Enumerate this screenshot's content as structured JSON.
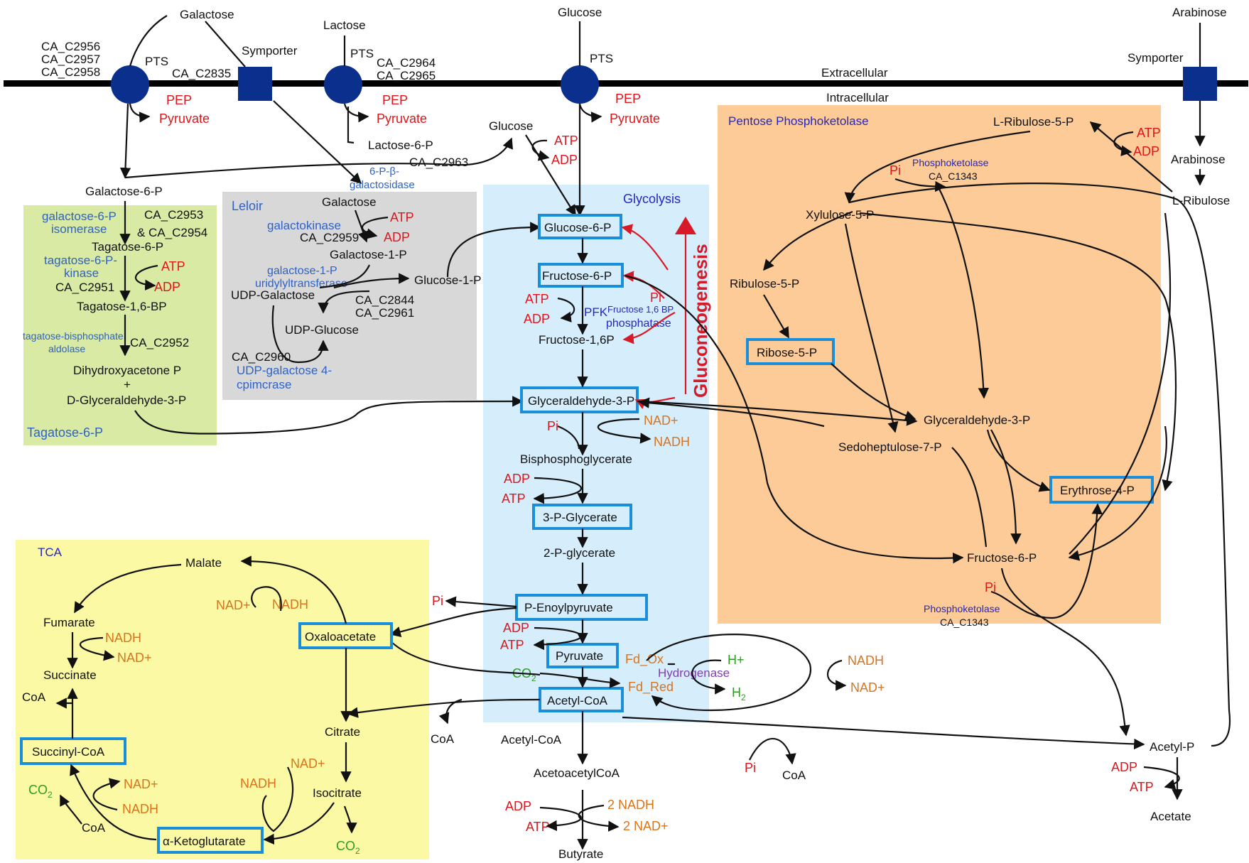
{
  "regions": {
    "extracellular": "Extracellular",
    "intracellular": "Intracellular",
    "tagatose": "Tagatose-6-P",
    "leloir": "Leloir",
    "glycolysis": "Glycolysis",
    "pentose": "Pentose Phosphoketolase",
    "tca": "TCA",
    "gluconeogenesis": "Gluconeogenesis"
  },
  "transport": {
    "galactose": "Galactose",
    "lactose": "Lactose",
    "glucose": "Glucose",
    "arabinose": "Arabinose",
    "pts1": "PTS",
    "pts2": "PTS",
    "pts3": "PTS",
    "symporter1": "Symporter",
    "symporter2": "Symporter",
    "genes_pts1": [
      "CA_C2956",
      "CA_C2957",
      "CA_C2958"
    ],
    "gene_symporter": "CA_C2835",
    "genes_pts2": [
      "CA_C2964",
      "CA_C2965"
    ],
    "pep": "PEP",
    "pyruvate": "Pyruvate"
  },
  "tagatose_pathway": {
    "galactose6p": "Galactose-6-P",
    "isomerase": [
      "galactose-6-P",
      "isomerase"
    ],
    "gene_isomerase": [
      "CA_C2953",
      "& CA_C2954"
    ],
    "tagatose6p": "Tagatose-6-P",
    "kinase": [
      "tagatose-6-P-",
      "kinase"
    ],
    "gene_kinase": "CA_C2951",
    "tagatose16bp": "Tagatose-1,6-BP",
    "aldolase": [
      "tagatose-bisphosphate",
      "aldolase"
    ],
    "gene_aldolase": "CA_C2952",
    "dhap": "Dihydroxyacetone P",
    "plus": "+",
    "g3p": "D-Glyceraldehyde-3-P"
  },
  "lactose_branch": {
    "lactose6p": "Lactose-6-P",
    "gene": "CA_C2963",
    "enzyme": [
      "6-P-β-",
      "galactosidase"
    ]
  },
  "leloir": {
    "galactose": "Galactose",
    "galactokinase": "galactokinase",
    "gene_galactokinase": "CA_C2959",
    "galactose1p": "Galactose-1-P",
    "transferase": [
      "galactose-1-P",
      "uridylyltransferase"
    ],
    "udp_galactose": "UDP-Galactose",
    "genes_transferase": [
      "CA_C2844",
      "CA_C2961"
    ],
    "glucose1p": "Glucose-1-P",
    "udp_glucose": "UDP-Glucose",
    "gene_epimerase": "CA_C2960",
    "epimerase": [
      "UDP-galactose 4-",
      "cpimcrase"
    ]
  },
  "glycolysis": {
    "glucose": "Glucose",
    "glucose6p": "Glucose-6-P",
    "fructose6p": "Fructose-6-P",
    "pfk": "PFK",
    "fbpase": [
      "Fructose 1,6 BP",
      "phosphatase"
    ],
    "fructose16p": "Fructose-1,6P",
    "g3p": "Glyceraldehyde-3-P",
    "bpg": "Bisphosphoglycerate",
    "pg3": "3-P-Glycerate",
    "pg2": "2-P-glycerate",
    "pep": "P-Enoylpyruvate",
    "pyruvate": "Pyruvate",
    "acetylcoa": "Acetyl-CoA"
  },
  "fermentation": {
    "acetylcoa": "Acetyl-CoA",
    "acetoacetylcoa": "AcetoacetylCoA",
    "butyrate": "Butyrate",
    "nadh2": "2 NADH",
    "nad2": "2 NAD+",
    "acetylp": "Acetyl-P",
    "acetate": "Acetate",
    "coa": "CoA"
  },
  "hydrogenase": {
    "fd_ox": "Fd_Ox",
    "fd_red": "Fd_Red",
    "enzyme": "Hydrogenase",
    "hplus": "H+",
    "h2": "H",
    "h2_sub": "2"
  },
  "pentose": {
    "lribulose5p": "L-Ribulose-5-P",
    "arabinose": "Arabinose",
    "lribulose": "L-Ribulose",
    "phosphoketolase": "Phosphoketolase",
    "gene_pk": "CA_C1343",
    "xylulose5p": "Xylulose-5-P",
    "ribulose5p": "Ribulose-5-P",
    "ribose5p": "Ribose-5-P",
    "g3p": "Glyceraldehyde-3-P",
    "s7p": "Sedoheptulose-7-P",
    "e4p": "Erythrose-4-P",
    "f6p": "Fructose-6-P"
  },
  "tca": {
    "malate": "Malate",
    "fumarate": "Fumarate",
    "succinate": "Succinate",
    "succinylcoa": "Succinyl-CoA",
    "oxaloacetate": "Oxaloacetate",
    "citrate": "Citrate",
    "isocitrate": "Isocitrate",
    "akg": "α-Ketoglutarate",
    "coa": "CoA"
  },
  "cofactors": {
    "atp": "ATP",
    "adp": "ADP",
    "pi": "Pi",
    "nad": "NAD+",
    "nadh": "NADH",
    "co2": "CO",
    "co2_sub": "2"
  },
  "colors": {
    "membrane": "#000000",
    "transporter": "#0b2f8c",
    "tagatose_bg": "#d8eaa4",
    "leloir_bg": "#d8d8d8",
    "glycolysis_bg": "#d6edfc",
    "pentose_bg": "#fccb98",
    "tca_bg": "#fbf9a4",
    "highlight_box": "#1a8ed8",
    "cofactor_red": "#e0161c",
    "cofactor_orange": "#d9741c",
    "co2_green": "#2e9a24",
    "gluconeogenesis": "#d61a28"
  }
}
